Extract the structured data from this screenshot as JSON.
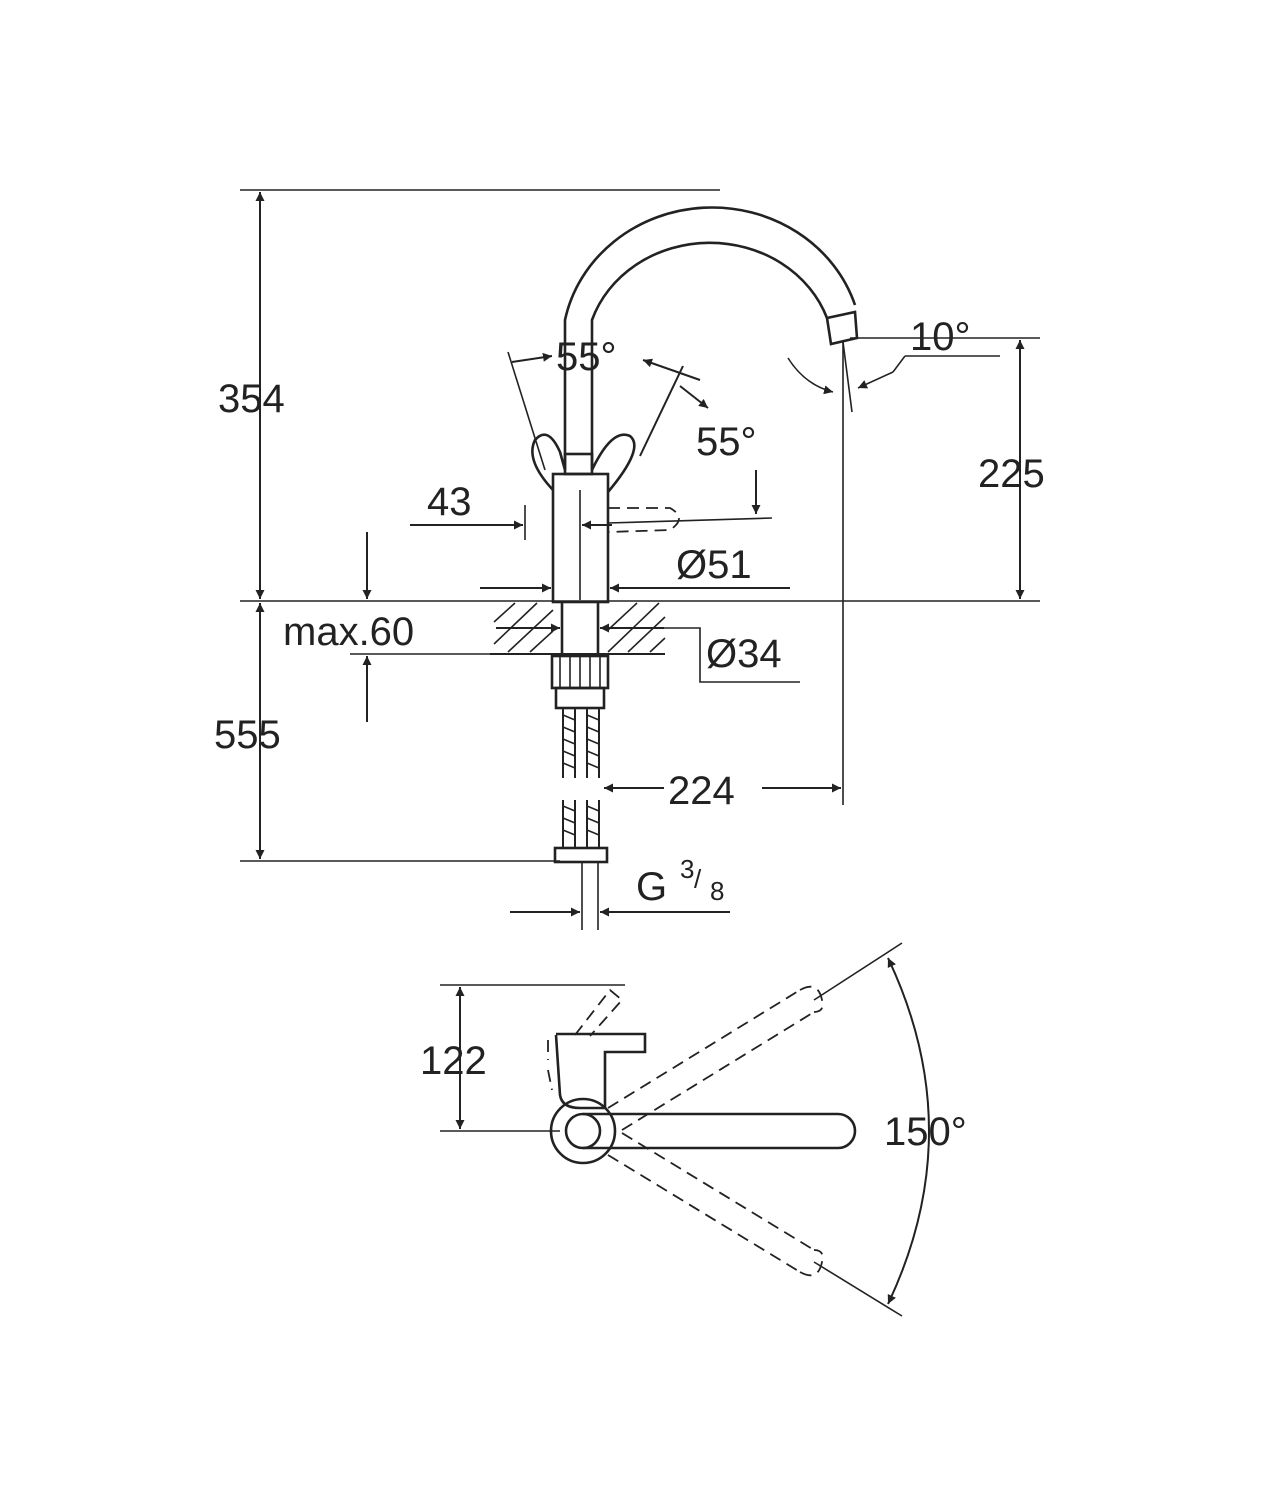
{
  "diagram": {
    "labels": {
      "height_total": "354",
      "below_counter": "555",
      "counter_thickness": "max.60",
      "handle_angle_left": "55°",
      "handle_angle_right": "55°",
      "spout_tilt": "10°",
      "spout_height": "225",
      "lever_offset": "43",
      "body_diameter": "Ø51",
      "hole_diameter": "Ø34",
      "spout_reach": "224",
      "thread_main": "G",
      "thread_num": "3",
      "thread_den": "8",
      "plan_depth": "122",
      "swivel_angle": "150°"
    },
    "colors": {
      "line": "#222222",
      "background": "#ffffff"
    }
  }
}
